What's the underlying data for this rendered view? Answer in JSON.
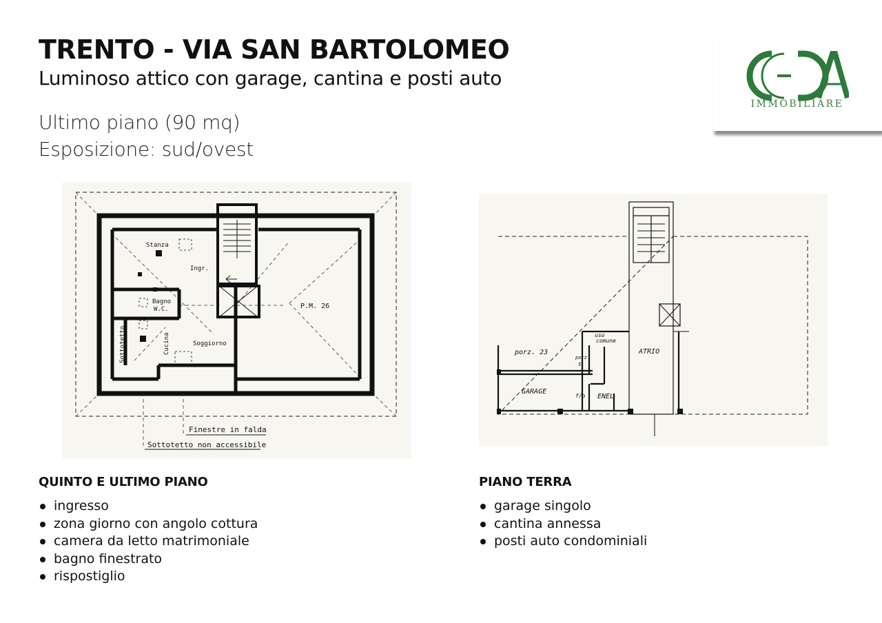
{
  "header": {
    "title": "TRENTO - VIA SAN BARTOLOMEO",
    "subtitle": "Luminoso attico con garage, cantina e posti auto",
    "floor_info": "Ultimo piano (90 mq)",
    "exposure": "Esposizione: sud/ovest"
  },
  "logo": {
    "mark": "CEDA",
    "text": "IMMOBILIARE",
    "color": "#2e7a3c"
  },
  "plan_top_floor": {
    "labels": {
      "stanza": "Stanza",
      "ingr": "Ingr.",
      "bagno": "Bagno",
      "wc": "W.C.",
      "sottotetto": "Sottotetto",
      "cucina": "Cucina",
      "soggiorno": "Soggiorno",
      "pm": "P.M. 26",
      "finestre": "Finestre in falda",
      "sottotetto_na": "Sottotetto non accessibile"
    }
  },
  "plan_ground_floor": {
    "labels": {
      "porz": "porz. 23",
      "uso": "uso",
      "comune": "comune",
      "porz5a": "porz",
      "porz5b": "5",
      "atrio": "ATRIO",
      "garage": "GARAGE",
      "fp": "f/p",
      "enel": "ENEL"
    }
  },
  "sections": {
    "top_floor": {
      "title": "QUINTO E ULTIMO PIANO",
      "items": [
        "ingresso",
        "zona giorno con angolo cottura",
        "camera da letto matrimoniale",
        "bagno finestrato",
        "rispostiglio"
      ]
    },
    "ground_floor": {
      "title": "PIANO TERRA",
      "items": [
        "garage singolo",
        "cantina annessa",
        "posti auto condominiali"
      ]
    }
  }
}
